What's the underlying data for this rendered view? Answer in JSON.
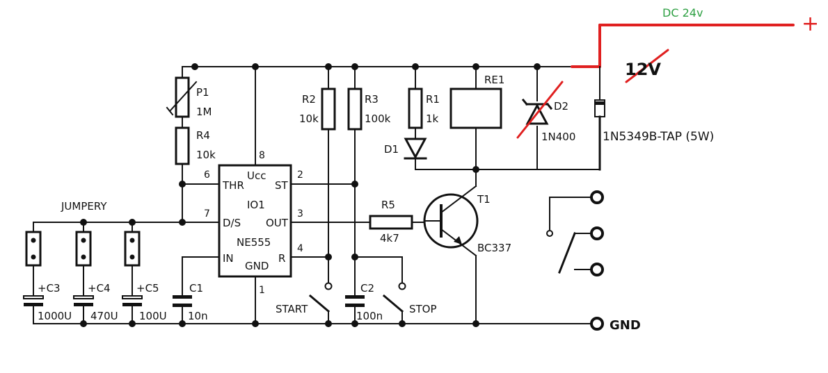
{
  "supply": {
    "dc_label": "DC 24v",
    "plus": "+",
    "dc_color": "#2ea043",
    "annot_color": "#e02020"
  },
  "ic": {
    "name": "IO1",
    "part": "NE555",
    "pins_in": {
      "thr": "THR",
      "ds": "D/S",
      "in": "IN",
      "ucc": "Ucc",
      "gnd": "GND",
      "st": "ST",
      "out": "OUT",
      "r": "R"
    },
    "pin_numbers": {
      "p1": "1",
      "p2": "2",
      "p3": "3",
      "p4": "4",
      "p6": "6",
      "p7": "7",
      "p8": "8"
    }
  },
  "components": {
    "p1": {
      "ref": "P1",
      "value": "1M"
    },
    "r4": {
      "ref": "R4",
      "value": "10k"
    },
    "r2": {
      "ref": "R2",
      "value": "10k"
    },
    "r3": {
      "ref": "R3",
      "value": "100k"
    },
    "r1": {
      "ref": "R1",
      "value": "1k"
    },
    "d1": {
      "ref": "D1"
    },
    "re1": {
      "ref": "RE1"
    },
    "d2": {
      "ref": "D2",
      "value": "1N400"
    },
    "r5": {
      "ref": "R5",
      "value": "4k7"
    },
    "t1": {
      "ref": "T1",
      "value": "BC337"
    },
    "c1": {
      "ref": "C1",
      "value": "10n"
    },
    "c2": {
      "ref": "C2",
      "value": "100n"
    },
    "c3": {
      "ref": "+C3",
      "value": "1000U"
    },
    "c4": {
      "ref": "+C4",
      "value": "470U"
    },
    "c5": {
      "ref": "+C5",
      "value": "100U"
    },
    "zener": {
      "value": "12V",
      "part": "1N5349B-TAP (5W)"
    }
  },
  "labels": {
    "jumpery": "JUMPERY",
    "start": "START",
    "stop": "STOP",
    "gnd": "GND"
  }
}
